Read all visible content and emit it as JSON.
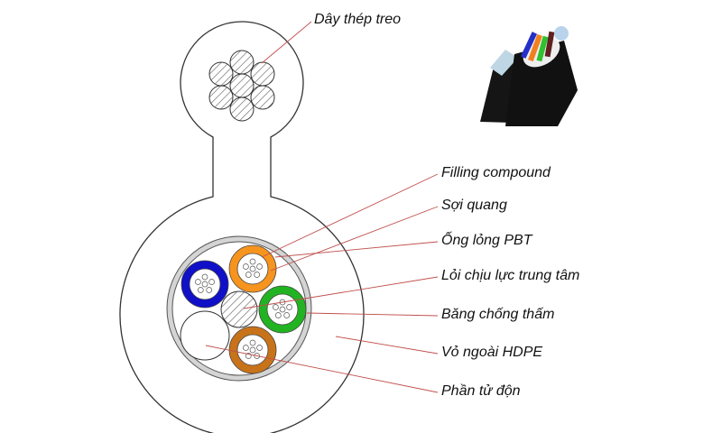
{
  "labels": {
    "messenger_wire": "Dây thép treo",
    "filling_compound": "Filling compound",
    "optical_fiber": "Sợi quang",
    "loose_tube": "Ống lỏng PBT",
    "central_strength_member": "Lỏi chịu lực trung tâm",
    "water_blocking_tape": "Băng chống thấm",
    "outer_sheath": "Vỏ ngoài HDPE",
    "filler": "Phần tử độn"
  },
  "colors": {
    "leader_line": "#c0504d",
    "tube_blue": "#1010c8",
    "tube_orange": "#f7941d",
    "tube_green": "#22b322",
    "tube_brown": "#c8731a",
    "tape_gray": "#cfcfcf"
  }
}
